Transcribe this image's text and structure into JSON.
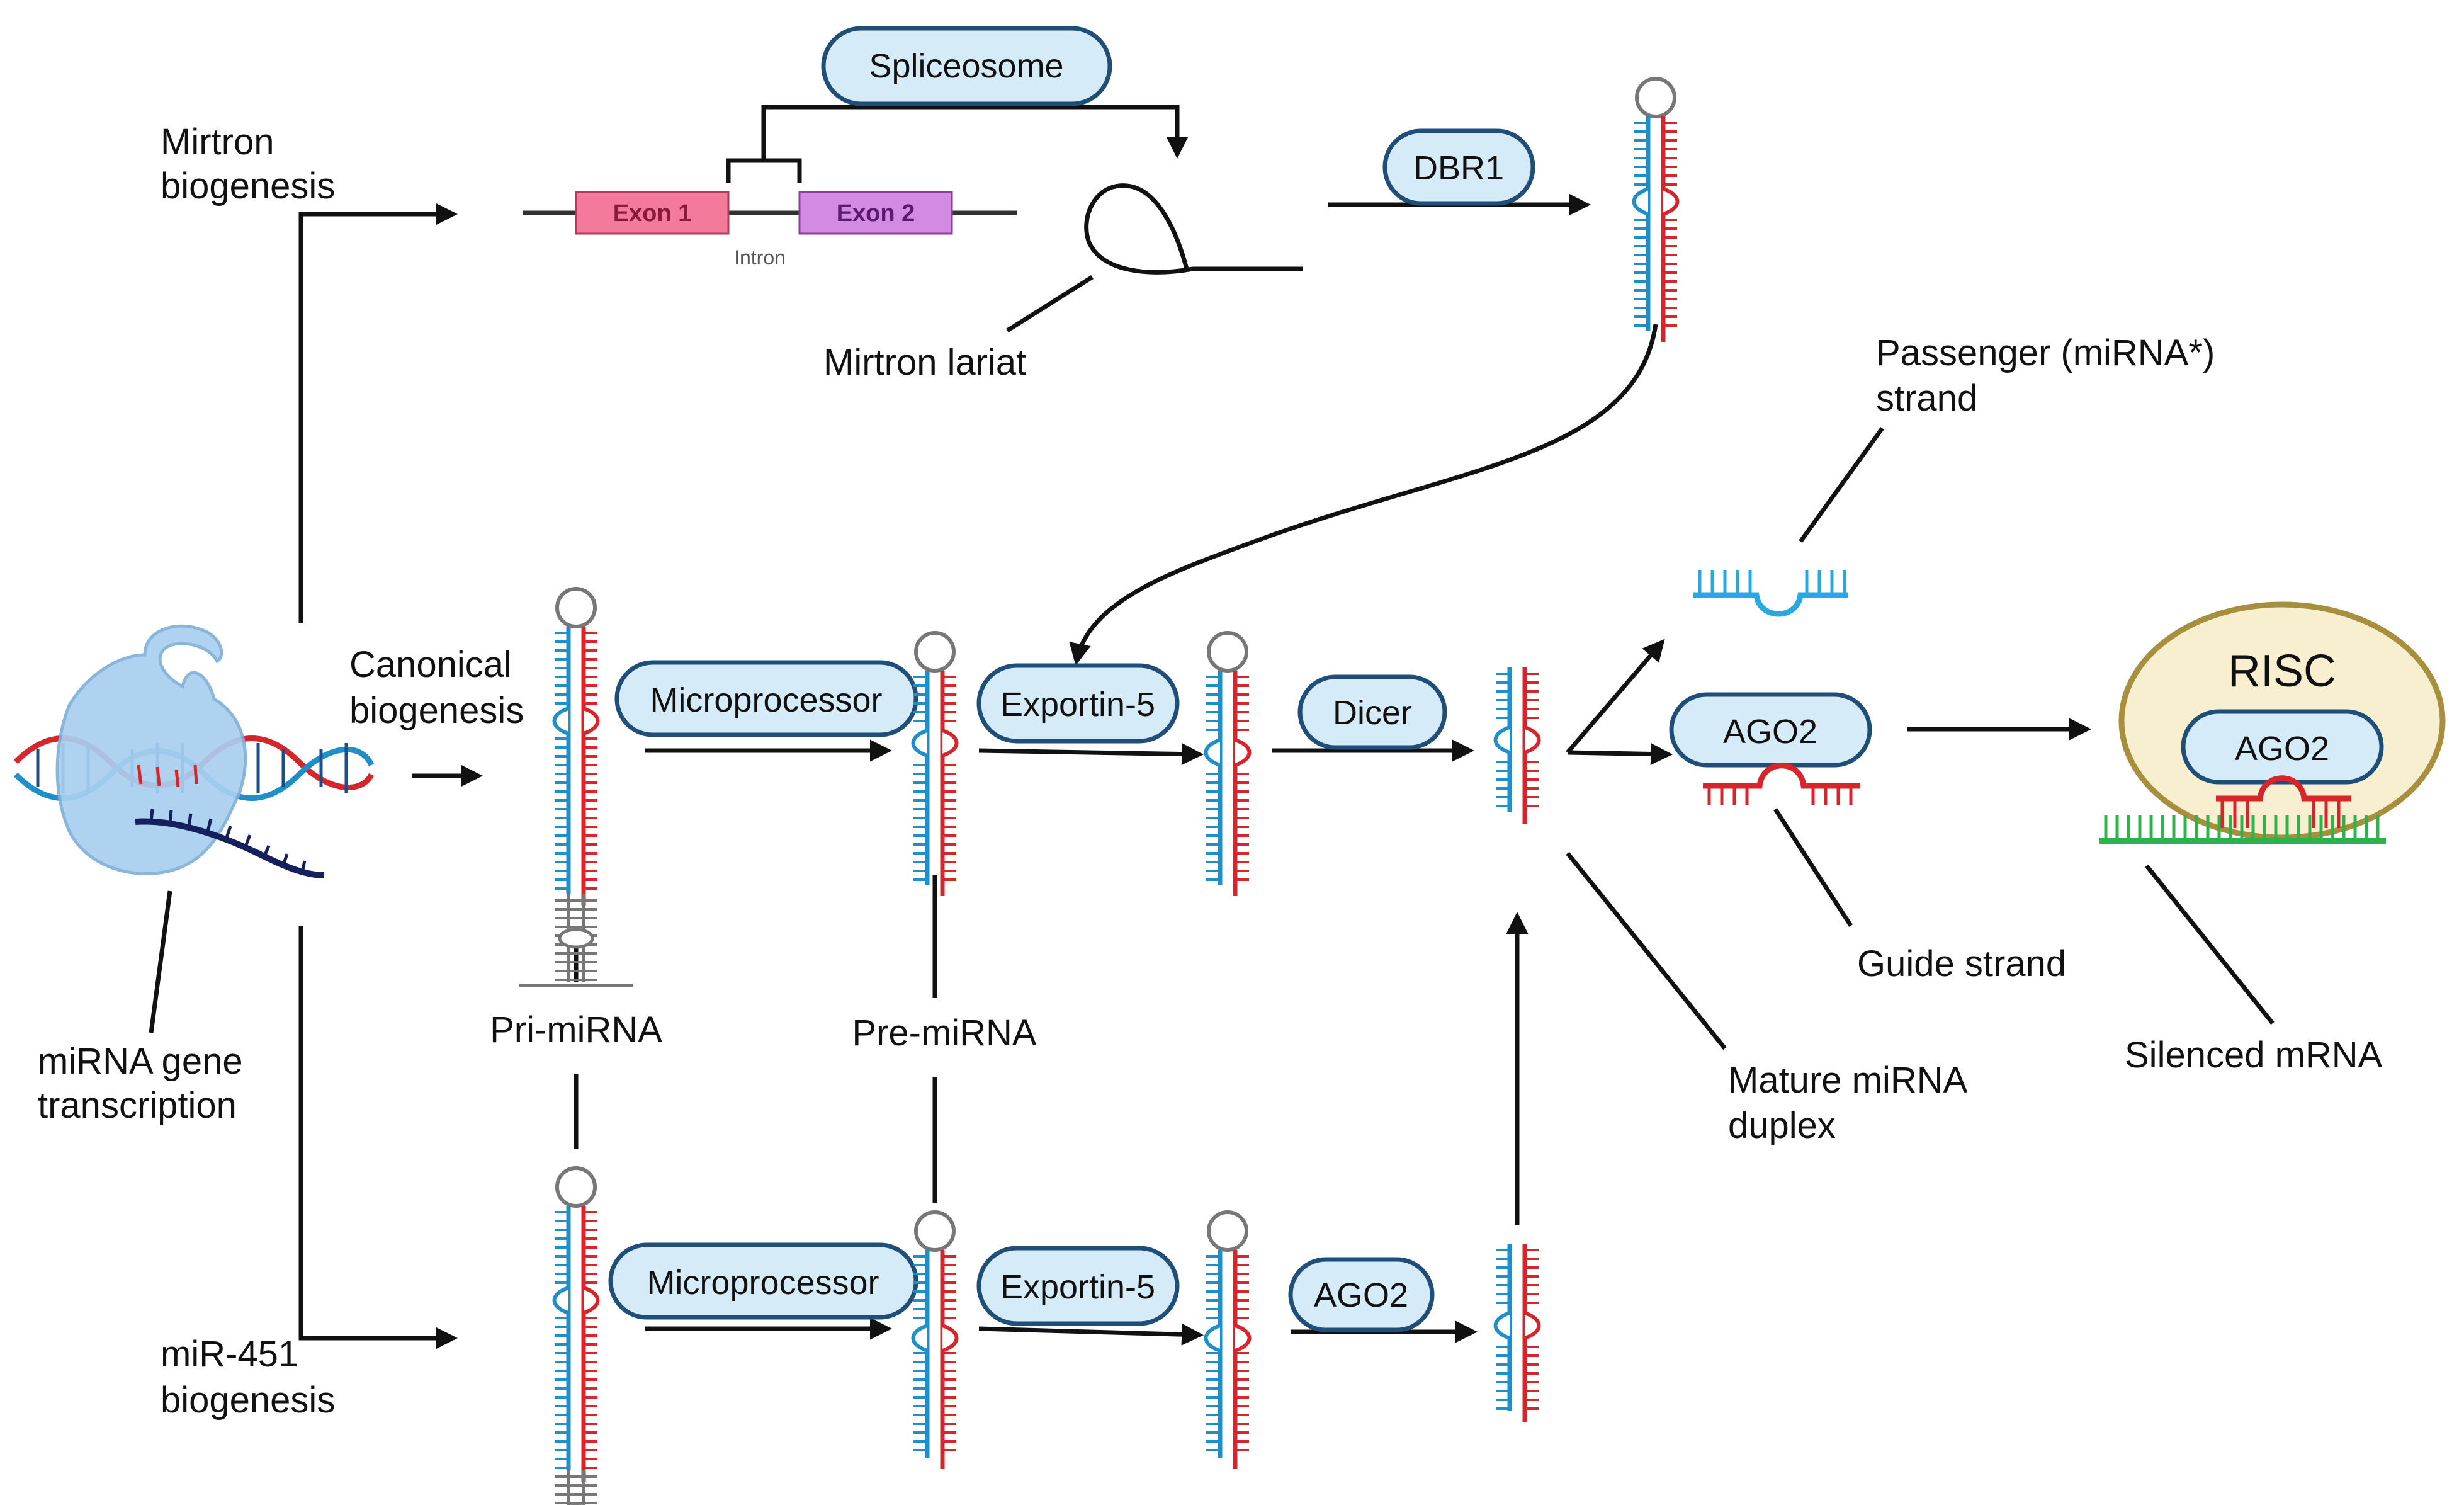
{
  "labels": {
    "mirtron_biogenesis": [
      "Mirtron",
      "biogenesis"
    ],
    "canonical_biogenesis": [
      "Canonical",
      "biogenesis"
    ],
    "mir451_biogenesis": [
      "miR-451",
      "biogenesis"
    ],
    "mirna_gene_transcription": [
      "miRNA gene",
      "transcription"
    ],
    "mirtron_lariat": "Mirtron lariat",
    "pri_mirna": "Pri-miRNA",
    "pre_mirna": "Pre-miRNA",
    "passenger_strand": [
      "Passenger (miRNA*)",
      "strand"
    ],
    "guide_strand": "Guide strand",
    "mature_duplex": [
      "Mature miRNA",
      "duplex"
    ],
    "silenced_mrna": "Silenced mRNA",
    "exon1": "Exon 1",
    "exon2": "Exon 2",
    "intron": "Intron",
    "risc": "RISC"
  },
  "enzymes": {
    "spliceosome": "Spliceosome",
    "dbr1": "DBR1",
    "microprocessor": "Microprocessor",
    "exportin5": "Exportin-5",
    "dicer": "Dicer",
    "ago2": "AGO2"
  },
  "colors": {
    "pill_fill": "#d6ebf8",
    "pill_stroke": "#1f4e79",
    "strand_blue": "#1f8fc9",
    "strand_red": "#d7262b",
    "passenger_strand": "#29a8df",
    "mrna_green": "#2db34a",
    "risc_fill": "#f7efcf",
    "risc_stroke": "#a88f3e",
    "exon1_fill": "#f47a9c",
    "exon2_fill": "#d28be0",
    "polymerase": "#a9cff0"
  }
}
